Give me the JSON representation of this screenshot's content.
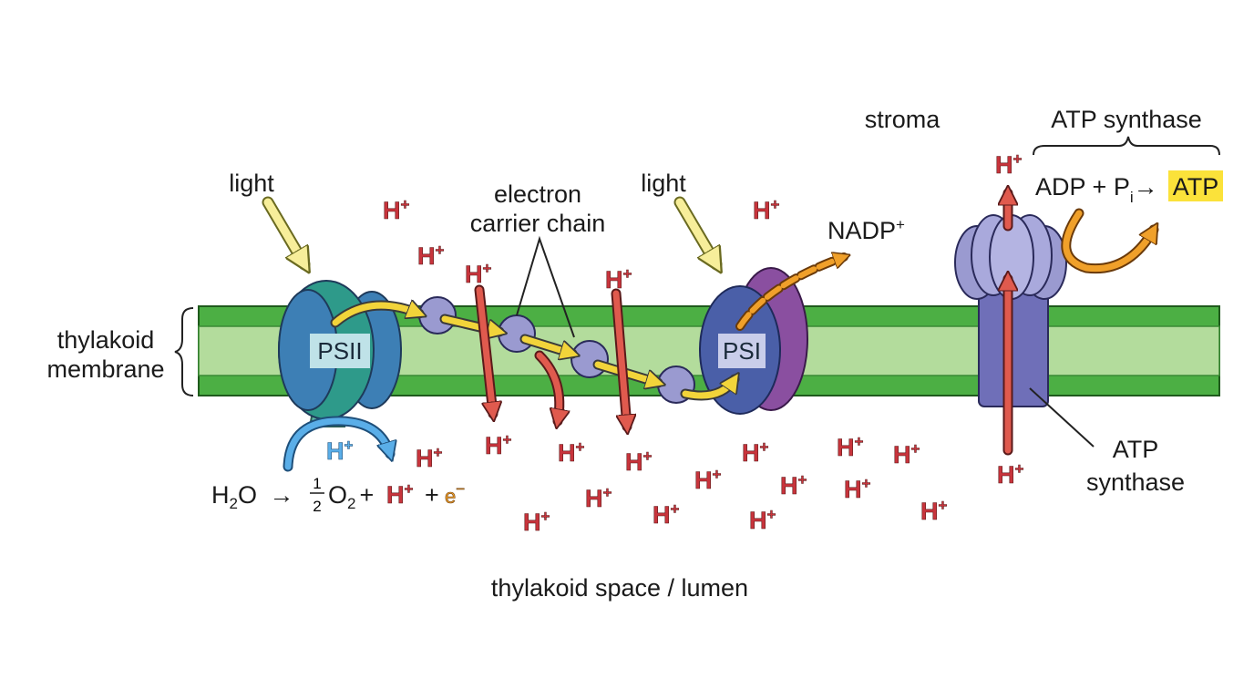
{
  "labels": {
    "light_left": "light",
    "light_right": "light",
    "electron_chain_line1": "electron",
    "electron_chain_line2": "carrier chain",
    "stroma": "stroma",
    "atp_synthase_top": "ATP synthase",
    "membrane_line1": "thylakoid",
    "membrane_line2": "membrane",
    "lumen": "thylakoid space / lumen",
    "atp_synthase_bottom_line1": "ATP",
    "atp_synthase_bottom_line2": "synthase",
    "psii": "PSII",
    "psi": "PSI",
    "nadp": "NADP",
    "nadp_sup": "+"
  },
  "proton": {
    "symbol": "H",
    "charge": "+"
  },
  "water_equation": {
    "reactant": "H",
    "reactant_sub": "2",
    "reactant_tail": "O",
    "arrow": "→",
    "frac_num": "1",
    "frac_den": "2",
    "o2": "O",
    "o2_sub": "2",
    "plus1": "+",
    "plus2": "+",
    "electron": "e",
    "electron_sup": "−"
  },
  "atp_equation": {
    "adp": "ADP",
    "plus": "+",
    "pi": "P",
    "pi_sub": "i",
    "arrow": "→",
    "atp": "ATP"
  },
  "colors": {
    "membrane_outer": "#4caf44",
    "membrane_inner": "#b3dc9c",
    "psii": "#3d7fb5",
    "psii_core": "#2e9a8a",
    "psi": "#4a5fa8",
    "psi_side": "#8a4fa0",
    "carrier": "#9a9ad0",
    "atp_synthase": "#6f6fb8",
    "electron_arrow": "#f2d43a",
    "proton_arrow": "#e05a4e",
    "light_arrow": "#f7ee9a",
    "nadp_arrow": "#f0a02a",
    "atp_highlight": "#fbe23a",
    "proton_text": "#c8343c"
  }
}
